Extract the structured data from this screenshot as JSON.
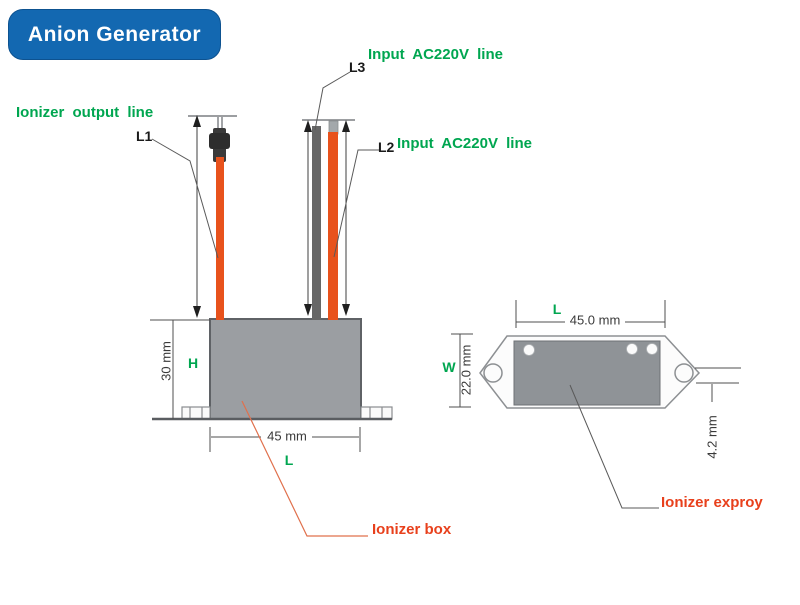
{
  "badge": {
    "label": "Anion Generator",
    "bg_color": "#1368b1",
    "text_color": "#ffffff"
  },
  "callouts": {
    "ionizer_output_line": "Ionizer output line",
    "l1": "L1",
    "l2": "L2",
    "l3": "L3",
    "l3_input": "Input AC220V line",
    "l2_input": "Input AC220V line",
    "ionizer_box": "Ionizer box",
    "ionizer_exproy": "Ionizer exproy"
  },
  "front_view": {
    "height_value": "30 mm",
    "height_symbol": "H",
    "length_value": "45 mm",
    "length_symbol": "L"
  },
  "top_view": {
    "length_symbol": "L",
    "length_value": "45.0 mm",
    "width_symbol": "W",
    "width_value": "22.0 mm",
    "hole_value": "4.2 mm"
  },
  "colors": {
    "badge_blue": "#1368b1",
    "label_green": "#00a650",
    "label_red_orange": "#e8401c",
    "wire_orange": "#e8521c",
    "wire_gray": "#676767",
    "body_gray": "#9b9ea2",
    "dimension_line": "#4f4f4f"
  }
}
